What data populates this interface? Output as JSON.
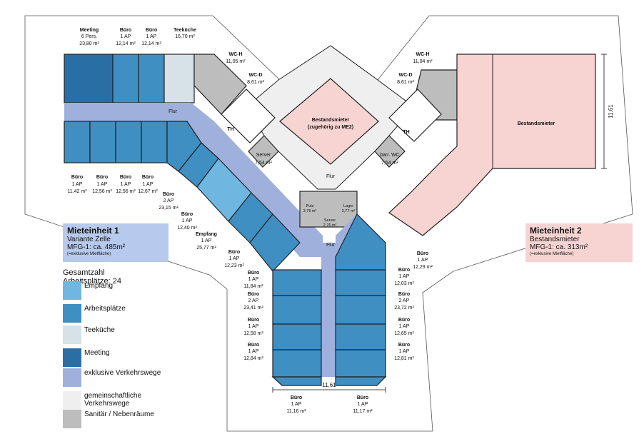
{
  "colors": {
    "empfang": "#6fb6e1",
    "arbeitsplaetze": "#3f8fc2",
    "teekueche": "#d6e1e8",
    "meeting": "#2a6ea6",
    "exklusive": "#9fb0dc",
    "gemeinschaftlich": "#efefef",
    "sanitaer": "#bdbdbd",
    "bestandsmieter": "#f7d3d2",
    "unit1_box": "#b7c9ec",
    "unit2_box": "#f7d3d2"
  },
  "rooms": {
    "meeting": {
      "name": "Meeting",
      "ap": "6 Pers.",
      "area": "23,80 m²"
    },
    "buero_top_1": {
      "name": "Büro",
      "ap": "1 AP",
      "area": "12,14 m²"
    },
    "buero_top_2": {
      "name": "Büro",
      "ap": "1 AP",
      "area": "12,14 m²"
    },
    "teekueche": {
      "name": "Teeküche",
      "area": "16,70 m²"
    },
    "wch_left": {
      "name": "WC-H",
      "area": "11,05 m²"
    },
    "wcd_left": {
      "name": "WC-D",
      "area": "8,61 m²"
    },
    "wch_right": {
      "name": "WC-H",
      "area": "11,04 m²"
    },
    "wcd_right": {
      "name": "WC-D",
      "area": "8,61 m²"
    },
    "b_row_1": {
      "name": "Büro",
      "ap": "1 AP",
      "area": "11,42 m²"
    },
    "b_row_2": {
      "name": "Büro",
      "ap": "1 AP",
      "area": "12,56 m²"
    },
    "b_row_3": {
      "name": "Büro",
      "ap": "1 AP",
      "area": "12,56 m²"
    },
    "b_row_4": {
      "name": "Büro",
      "ap": "1 AP",
      "area": "12,67 m²"
    },
    "b_2ap_left": {
      "name": "Büro",
      "ap": "2 AP",
      "area": "23,15 m²"
    },
    "b_1240": {
      "name": "Büro",
      "ap": "1 AP",
      "area": "12,40 m²"
    },
    "empfang": {
      "name": "Empfang",
      "ap": "1 AP",
      "area": "25,77 m²"
    },
    "b_1223": {
      "name": "Büro",
      "ap": "1 AP",
      "area": "12,23 m²"
    },
    "b_1184": {
      "name": "Büro",
      "ap": "1 AP",
      "area": "11,84 m²"
    },
    "b_2341": {
      "name": "Büro",
      "ap": "2 AP",
      "area": "23,41 m²"
    },
    "b_1258": {
      "name": "Büro",
      "ap": "1 AP",
      "area": "12,58 m²"
    },
    "b_1284": {
      "name": "Büro",
      "ap": "1 AP",
      "area": "12,84 m²"
    },
    "b_1116": {
      "name": "Büro",
      "ap": "1 AP",
      "area": "11,16 m²"
    },
    "b_1117": {
      "name": "Büro",
      "ap": "1 AP",
      "area": "11,17 m²"
    },
    "b_1229": {
      "name": "Büro",
      "ap": "1 AP",
      "area": "12,29 m²"
    },
    "b_1203": {
      "name": "Büro",
      "ap": "1 AP",
      "area": "12,03 m²"
    },
    "b_2372": {
      "name": "Büro",
      "ap": "2 AP",
      "area": "23,72 m²"
    },
    "b_1265": {
      "name": "Büro",
      "ap": "1 AP",
      "area": "12,65 m²"
    },
    "b_1281": {
      "name": "Büro",
      "ap": "1 AP",
      "area": "12,81 m²"
    },
    "server_left": {
      "name": "Server",
      "area": "7,54 m²"
    },
    "barr_wc": {
      "name": "barr. WC",
      "area": "7,54 m²"
    },
    "putz": {
      "name": "Putz",
      "area": "3,78 m²"
    },
    "lager": {
      "name": "Lager",
      "area": "3,77 m²"
    },
    "server_mid": {
      "name": "Server",
      "area": "2,76 m²"
    },
    "bestand_center": {
      "name": "Bestandsmieter",
      "sub": "(zugehörig zu ME2)"
    },
    "bestand_right": {
      "name": "Bestandsmieter"
    },
    "th": "TH",
    "flur": "Flur"
  },
  "dimensions": {
    "bottom": "11,61",
    "right": "11,61"
  },
  "unit1": {
    "title": "Mieteinheit 1",
    "line1": "Variante Zelle",
    "line2": "MFG-1: ca. 485m²",
    "note": "(=exklusive Mietfläche)"
  },
  "unit2": {
    "title": "Mieteinheit 2",
    "line1": "Bestandsmieter",
    "line2": "MFG-1: ca. 313m²",
    "note": "(=exklusive Mietfläche)"
  },
  "legend": {
    "head1": "Gesamtzahl",
    "head2": "Arbeitsplätze: 24",
    "items": [
      {
        "label": "Empfang",
        "color": "#6fb6e1"
      },
      {
        "label": "Arbeitsplätze",
        "color": "#3f8fc2"
      },
      {
        "label": "Teeküche",
        "color": "#d6e1e8"
      },
      {
        "label": "Meeting",
        "color": "#2a6ea6"
      },
      {
        "label": "exklusive Verkehrswege",
        "color": "#9fb0dc"
      },
      {
        "label": "gemeinschaftliche Verkehrswege",
        "color": "#efefef"
      },
      {
        "label": "Sanitär / Nebenräume",
        "color": "#bdbdbd"
      }
    ]
  }
}
